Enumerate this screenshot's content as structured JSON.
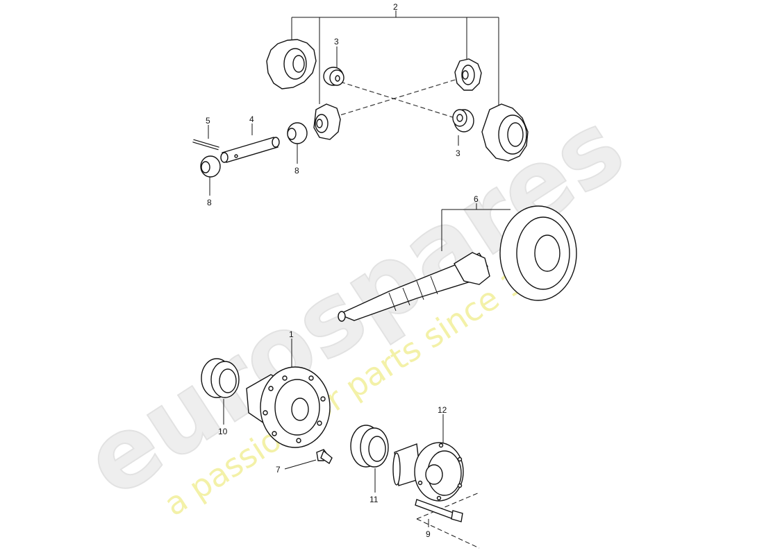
{
  "watermark": {
    "brand": "eurospares",
    "tagline": "a passion for parts since 1985"
  },
  "callouts": {
    "c1": "1",
    "c2": "2",
    "c3a": "3",
    "c3b": "3",
    "c4": "4",
    "c5": "5",
    "c6": "6",
    "c7": "7",
    "c8a": "8",
    "c8b": "8",
    "c9": "9",
    "c10": "10",
    "c11": "11",
    "c12": "12"
  }
}
